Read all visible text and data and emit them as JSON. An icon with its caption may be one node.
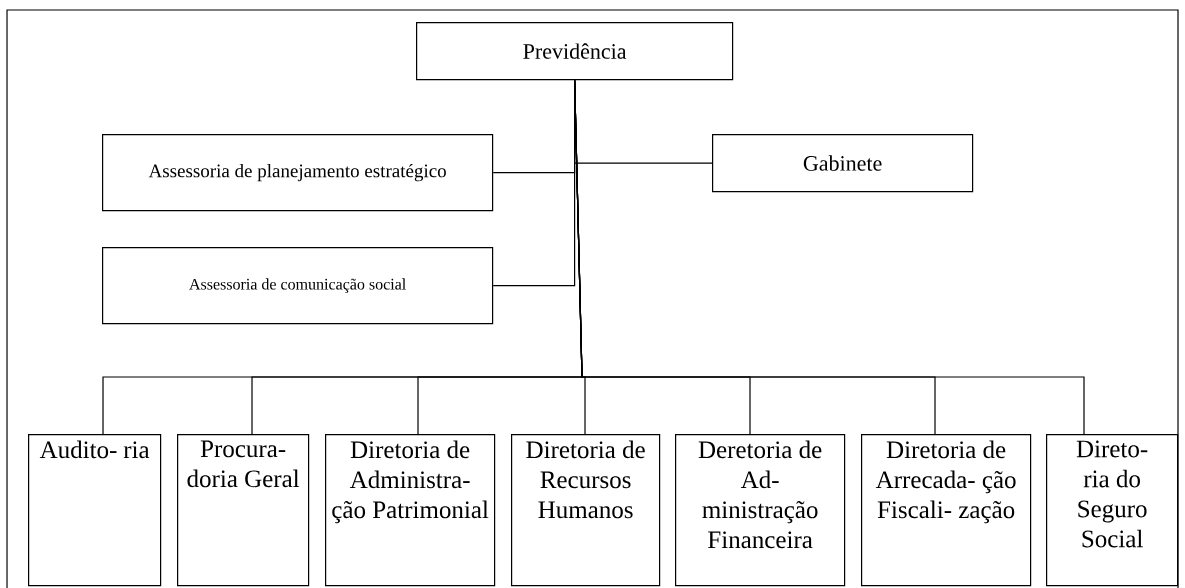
{
  "diagram": {
    "nodes": [
      {
        "text": [
          "Previdência"
        ]
      },
      {
        "text": [
          "Assessoria de planejamento estratégico"
        ]
      },
      {
        "text": [
          "Gabinete"
        ]
      },
      {
        "text": [
          "Assessoria de comunicação social"
        ]
      },
      {
        "text": [
          "Audito- ria"
        ]
      },
      {
        "text": [
          "Procura- doria Geral"
        ]
      },
      {
        "text": [
          "Diretoria de Administra- ção Patrimonial"
        ]
      },
      {
        "text": [
          "Diretoria de Recursos Humanos"
        ]
      },
      {
        "text": [
          "Deretoria de Ad- ministração Financeira"
        ]
      },
      {
        "text": [
          "Diretoria de Arrecada- ção Fiscali- zação"
        ]
      },
      {
        "text": [
          "Direto- ria do Seguro Social"
        ]
      }
    ],
    "edges": [
      {
        "from": 0,
        "to": 1,
        "arrow": "none"
      },
      {
        "from": 0,
        "to": 2,
        "arrow": "none"
      },
      {
        "from": 0,
        "to": 3,
        "arrow": "none"
      },
      {
        "from": 0,
        "to": 4,
        "arrow": "none"
      },
      {
        "from": 0,
        "to": 5,
        "arrow": "none"
      },
      {
        "from": 0,
        "to": 6,
        "arrow": "none"
      },
      {
        "from": 0,
        "to": 7,
        "arrow": "none"
      },
      {
        "from": 0,
        "to": 8,
        "arrow": "none"
      },
      {
        "from": 0,
        "to": 9,
        "arrow": "none"
      },
      {
        "from": 0,
        "to": 10,
        "arrow": "none"
      }
    ]
  }
}
